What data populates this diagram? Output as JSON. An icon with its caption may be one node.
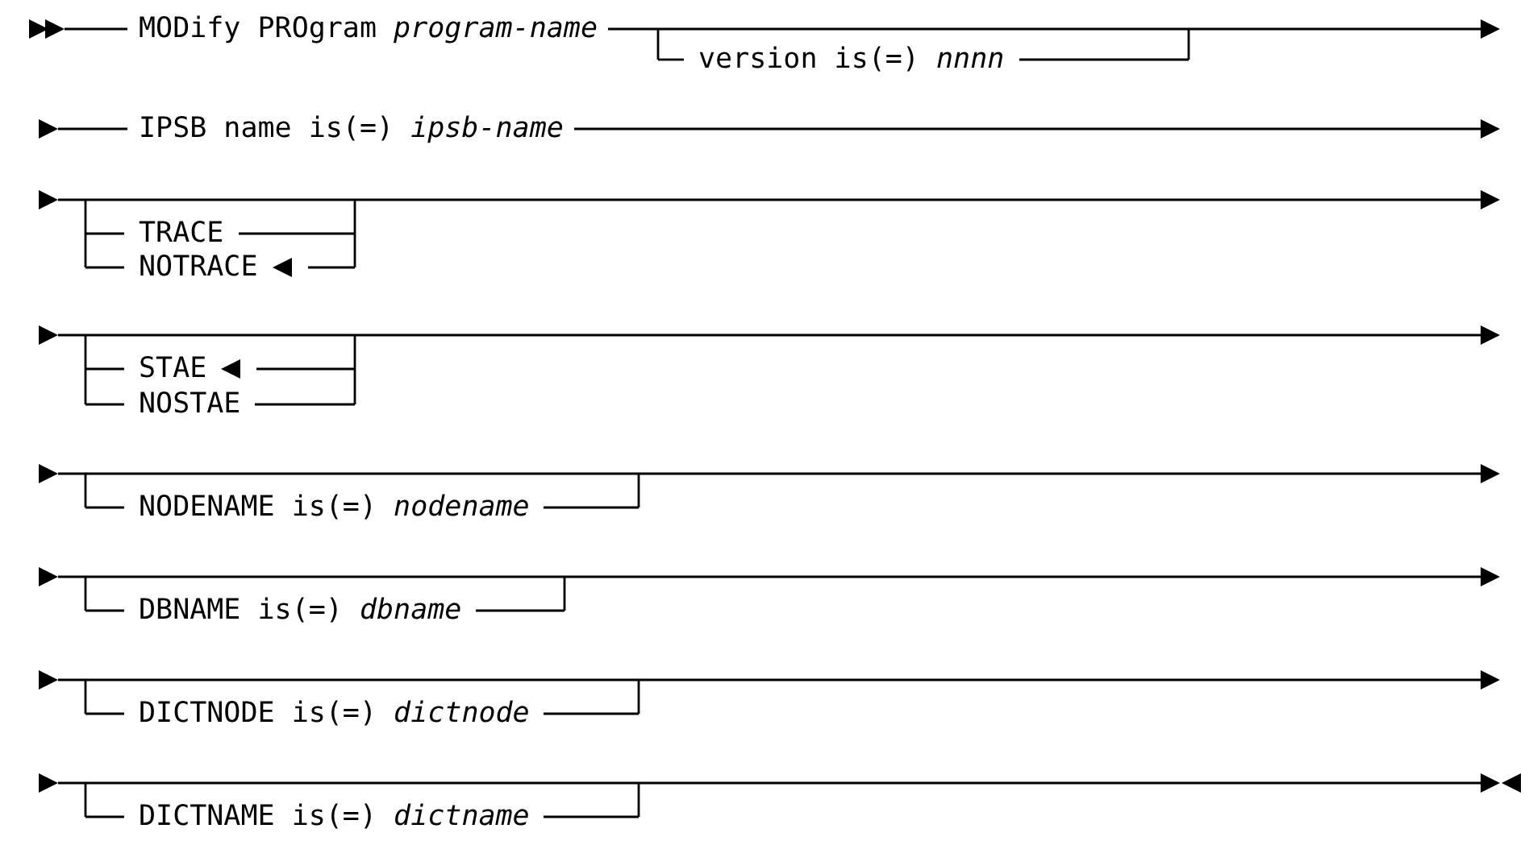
{
  "diagram": {
    "labels": [
      "MODify PROgram *program-name*",
      "version is(=) *nnnn*",
      "IPSB name is(=) *ipsb-name*",
      "TRACE",
      "NOTRACE",
      "STAE",
      "NOSTAE",
      "NODENAME is(=) *nodename*",
      "DBNAME is(=) *dbname*",
      "DICTNODE is(=) *dictnode*",
      "DICTNAME is(=) *dictname*"
    ]
  }
}
